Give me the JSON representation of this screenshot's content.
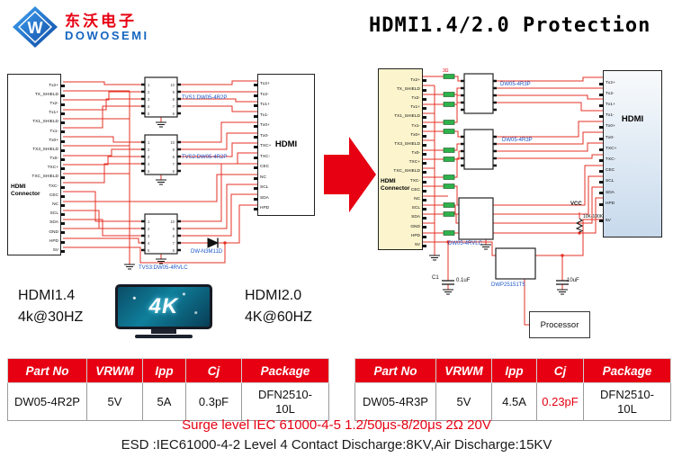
{
  "header": {
    "logo_cn": "东沃电子",
    "logo_en": "DOWOSEMI",
    "logo_monogram": "W",
    "title": "HDMI1.4/2.0 Protection"
  },
  "common": {
    "pin_numbers": [
      "1",
      "2",
      "3",
      "4",
      "5",
      "6",
      "7",
      "8",
      "9",
      "10"
    ]
  },
  "left_circuit": {
    "connector_label": "HDMI\nConnector",
    "connector_pins": [
      "Tx2+",
      "TX_SHIELD",
      "Tx2-",
      "Tx1+",
      "TX1_SHIELD",
      "Tx1-",
      "Tx0+",
      "TX3_SHIELD",
      "Tx0-",
      "TXC+",
      "TXC_SHIELD",
      "TXC-",
      "CEC",
      "NC",
      "SCL",
      "SDA",
      "GND",
      "HPD",
      "5V"
    ],
    "tvs1_label": "TVS1:DW05-4R2P",
    "tvs2_label": "TVS2:DW05-4R2P",
    "tvs3_label": "TVS3:DW05-4RVLC",
    "diode_label": "DW-N3M11D",
    "hdmi_label": "HDMI",
    "hdmi_pins": [
      "Tx2+",
      "Tx2-",
      "Tx1+",
      "Tx1-",
      "Tx0+",
      "Tx0-",
      "TXC+",
      "TXC-",
      "CEC",
      "NC",
      "SCL",
      "SDA",
      "HPD"
    ]
  },
  "right_circuit": {
    "connector_label": "HDMI\nConnector",
    "connector_pins": [
      "Tx2+",
      "TX_SHIELD",
      "Tx2-",
      "Tx1+",
      "TX1_SHIELD",
      "Tx1-",
      "Tx0+",
      "TX3_SHIELD",
      "Tx0-",
      "TXC+",
      "TXC_SHIELD",
      "TXC-",
      "CEC",
      "NC",
      "SCL",
      "SDA",
      "GND",
      "HPD",
      "5V"
    ],
    "series_part_label": "3Ω",
    "ic1_label": "DW05-4R3P",
    "ic2_label": "DW05-4R3P",
    "tvs_array_label": "DW05-4RVLC",
    "power_switch_label": "DWP25151T5",
    "vcc_label": "VCC",
    "pullup_label": "10K-100K",
    "cap1_ref": "C1",
    "cap1_value": "0.1uF",
    "cap2_value": "10uF",
    "processor_label": "Processor",
    "hdmi_label": "HDMI",
    "hdmi_pins": [
      "Tx2+",
      "Tx2-",
      "Tx1+",
      "Tx1-",
      "Tx0+",
      "Tx0-",
      "TXC+",
      "TXC-",
      "CEC",
      "SCL",
      "SDA",
      "HPD"
    ],
    "hdmi_5v_pin": "5V"
  },
  "comparison": {
    "left_title": "HDMI1.4",
    "left_subtitle": "4k@30HZ",
    "right_title": "HDMI2.0",
    "right_subtitle": "4K@60HZ",
    "tv_screen_text": "4K"
  },
  "tables": {
    "left": {
      "headers": [
        "Part No",
        "VRWM",
        "Ipp",
        "Cj",
        "Package"
      ],
      "row": {
        "part": "DW05-4R2P",
        "vrwm": "5V",
        "ipp": "5A",
        "cj": "0.3pF",
        "package": "DFN2510-\n10L"
      }
    },
    "right": {
      "headers": [
        "Part No",
        "VRWM",
        "Ipp",
        "Cj",
        "Package"
      ],
      "row": {
        "part": "DW05-4R3P",
        "vrwm": "5V",
        "ipp": "4.5A",
        "cj": "0.23pF",
        "package": "DFN2510-\n10L"
      }
    }
  },
  "footer": {
    "surge": "Surge level IEC 61000-4-5 1.2/50μs-8/20μs 2Ω  20V",
    "esd": "ESD :IEC61000-4-2 Level 4 Contact Discharge:8KV,Air Discharge:15KV"
  },
  "colors": {
    "accent_red": "#e60012",
    "wire_red": "#e53024",
    "label_blue": "#1a56c8",
    "logo_blue": "#1565c0",
    "green_part": "#2eb24c"
  }
}
